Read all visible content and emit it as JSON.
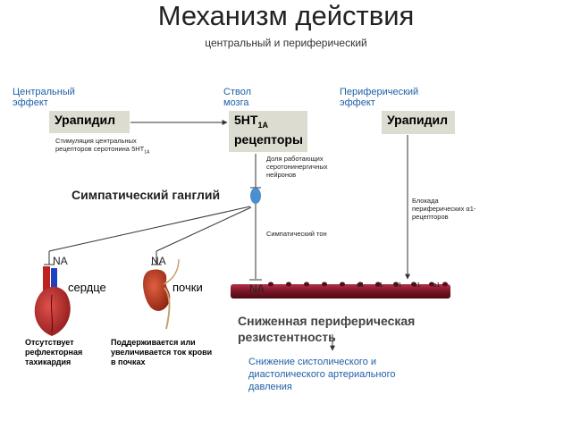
{
  "header": {
    "title": "Механизм действия",
    "subtitle": "центральный и периферический"
  },
  "columns": {
    "central": "Центральный эффект",
    "brainstem": "Ствол мозга",
    "peripheral": "Периферический эффект"
  },
  "boxes": {
    "urapidil_left": "Урапидил",
    "receptor_main": "5HT",
    "receptor_sub": "1A",
    "receptor_rest": "рецепторы",
    "urapidil_right": "Урапидил"
  },
  "notes": {
    "stimulation": "Стимуляция центральных рецепторов серотонина 5HT",
    "stimulation_sub": "1A",
    "neurons": "Доля работающих серотонинергичных нейронов",
    "blockade": "Блокада периферических α1-рецепторов",
    "symp_tone": "Симпатический тон"
  },
  "ganglion": "Симпатический ганглий",
  "na": {
    "heart": "NA",
    "kidney": "NA",
    "vessel": "NA"
  },
  "organs": {
    "heart": "сердце",
    "kidney": "почки"
  },
  "alpha_labels": [
    "α1",
    "α1",
    "α1",
    "α1",
    "α1"
  ],
  "outcomes": {
    "heart": "Отсутствует рефлекторная тахикардия",
    "kidney": "Поддерживается или увеличивается ток крови в почках",
    "resistance": "Сниженная периферическая резистентность",
    "pressure": "Снижение систолического и диастолического артериального давления"
  },
  "colors": {
    "heading": "#1f5fa8",
    "box": "#dcdcd0",
    "vessel": "#8a1a2a",
    "neuron": "#4a8fd0"
  }
}
